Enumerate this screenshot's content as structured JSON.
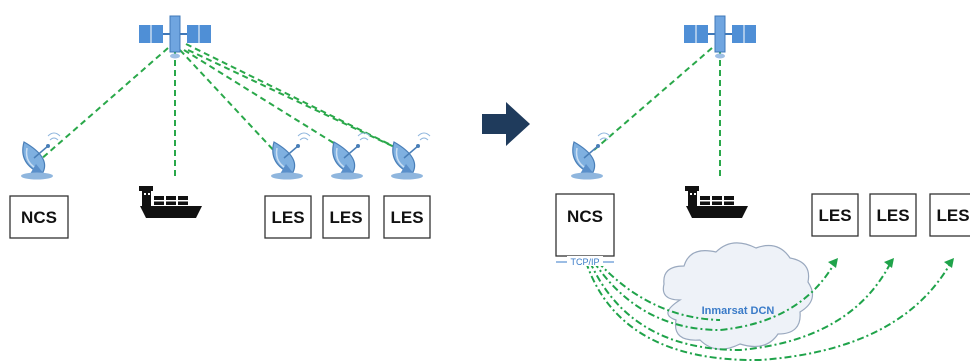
{
  "left_diagram": {
    "ncs_label": "NCS",
    "les_labels": [
      "LES",
      "LES",
      "LES"
    ]
  },
  "right_diagram": {
    "ncs_label": "NCS",
    "tcp_label": "TCP/IP",
    "les_labels": [
      "LES",
      "LES",
      "LES"
    ],
    "network_label": "Inmarsat DCN"
  },
  "colors": {
    "satellite_link": "#2aa84a",
    "terrestrial_link": "#1fa34a",
    "arrow": "#1f3b5c",
    "dish": "#6a9fd4",
    "satellite": "#4f8fd6",
    "ship": "#111111",
    "cloud_fill": "#eef2f8",
    "cloud_stroke": "#9aa9bf"
  }
}
